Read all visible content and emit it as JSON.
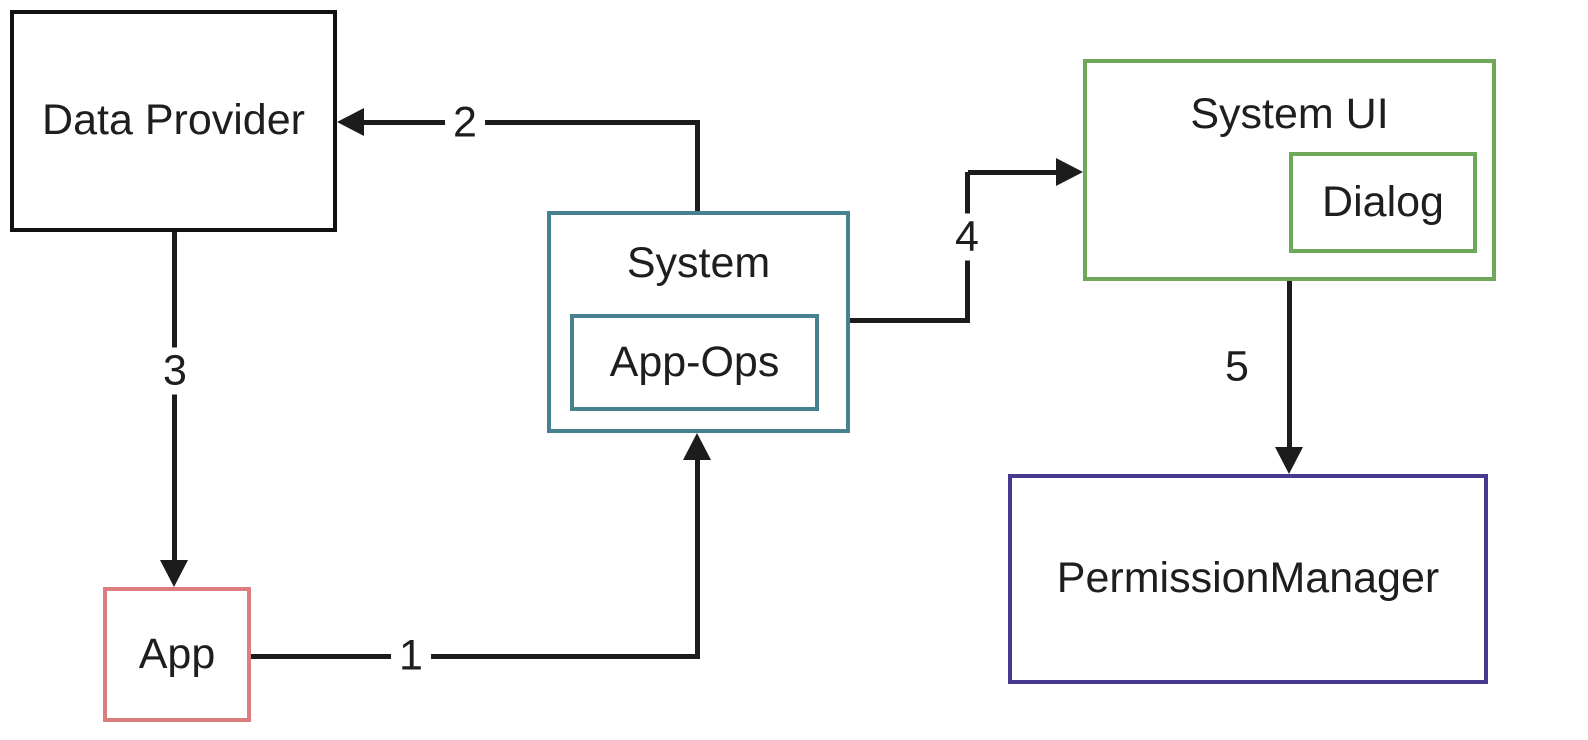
{
  "diagram": {
    "background_color": "#ffffff",
    "line_color": "#1c1c1c",
    "nodes": {
      "data_provider": {
        "label": "Data Provider",
        "border_color": "#111111"
      },
      "app": {
        "label": "App",
        "border_color": "#dd7d7d"
      },
      "system": {
        "label": "System",
        "border_color": "#45818e"
      },
      "app_ops": {
        "label": "App-Ops",
        "border_color": "#45818e",
        "parent": "system"
      },
      "system_ui": {
        "label": "System UI",
        "border_color": "#6fa85a"
      },
      "dialog": {
        "label": "Dialog",
        "border_color": "#6fa85a",
        "parent": "system_ui"
      },
      "permission_manager": {
        "label": "PermissionManager",
        "border_color": "#453a90"
      }
    },
    "edges": {
      "e1": {
        "label": "1",
        "from": "app",
        "to": "system",
        "arrow": "up"
      },
      "e2": {
        "label": "2",
        "from": "system",
        "to": "data_provider",
        "arrow": "left"
      },
      "e3": {
        "label": "3",
        "from": "data_provider",
        "to": "app",
        "arrow": "down"
      },
      "e4": {
        "label": "4",
        "from": "system",
        "to": "system_ui",
        "arrow": "right"
      },
      "e5": {
        "label": "5",
        "from": "system_ui",
        "to": "permission_manager",
        "arrow": "down"
      }
    }
  }
}
